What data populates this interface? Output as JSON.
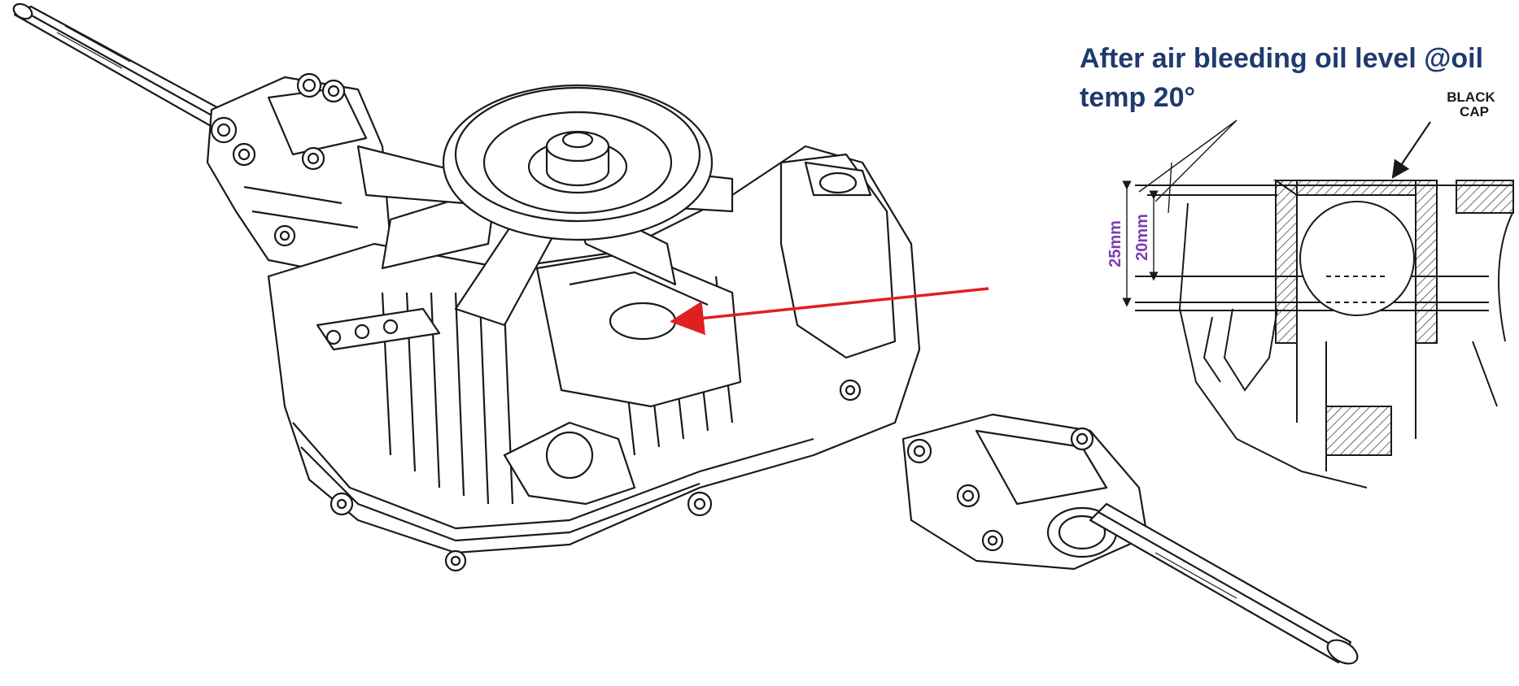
{
  "caption": {
    "line1": "After air bleeding oil level @oil",
    "line2": "temp 20°"
  },
  "callout": {
    "cap_line1": "BLACK",
    "cap_line2": "CAP"
  },
  "dimensions": {
    "outer": "25mm",
    "inner": "20mm"
  },
  "colors": {
    "caption": "#1f3a6e",
    "dimension_text": "#7b3fb0",
    "pointer_arrow": "#e02020",
    "line_art": "#1a1a1a"
  }
}
